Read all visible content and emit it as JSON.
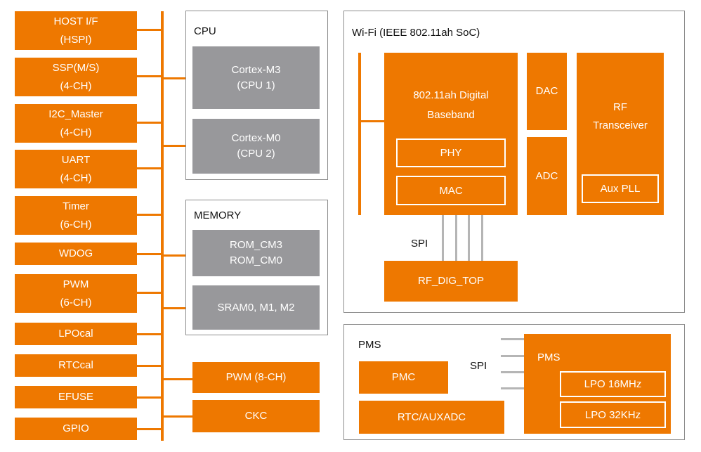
{
  "colors": {
    "accent": "#ee7800",
    "gray_block": "#98989b",
    "frame_border": "#8c8c8c",
    "spi_line": "#b5b5b5"
  },
  "peripherals": [
    {
      "line1": "HOST I/F",
      "line2": "(HSPI)"
    },
    {
      "line1": "SSP(M/S)",
      "line2": "(4-CH)"
    },
    {
      "line1": "I2C_Master",
      "line2": "(4-CH)"
    },
    {
      "line1": "UART",
      "line2": "(4-CH)"
    },
    {
      "line1": "Timer",
      "line2": "(6-CH)"
    },
    {
      "line1": "WDOG",
      "line2": ""
    },
    {
      "line1": "PWM",
      "line2": "(6-CH)"
    },
    {
      "line1": "LPOcal",
      "line2": ""
    },
    {
      "line1": "RTCcal",
      "line2": ""
    },
    {
      "line1": "EFUSE",
      "line2": ""
    },
    {
      "line1": "GPIO",
      "line2": ""
    }
  ],
  "cpu": {
    "title": "CPU",
    "cores": [
      {
        "line1": "Cortex-M3",
        "line2": "(CPU 1)"
      },
      {
        "line1": "Cortex-M0",
        "line2": "(CPU 2)"
      }
    ]
  },
  "memory": {
    "title": "MEMORY",
    "blocks": [
      {
        "line1": "ROM_CM3",
        "line2": "ROM_CM0"
      },
      {
        "line1": "SRAM0, M1, M2",
        "line2": ""
      }
    ]
  },
  "extra_blocks": {
    "pwm8": "PWM (8-CH)",
    "ckc": "CKC"
  },
  "wifi": {
    "title": "Wi-Fi (IEEE 802.11ah SoC)",
    "baseband": {
      "line1": "802.11ah Digital",
      "line2": "Baseband",
      "phy": "PHY",
      "mac": "MAC"
    },
    "dac": "DAC",
    "adc": "ADC",
    "rf": {
      "line1": "RF",
      "line2": "Transceiver",
      "pll": "Aux PLL"
    },
    "spi_label": "SPI",
    "rf_dig_top": "RF_DIG_TOP"
  },
  "pms": {
    "title": "PMS",
    "pmc": "PMC",
    "rtc_auxadc": "RTC/AUXADC",
    "spi_label": "SPI",
    "pms_block": {
      "title": "PMS",
      "lpo16": "LPO 16MHz",
      "lpo32": "LPO 32KHz"
    }
  }
}
